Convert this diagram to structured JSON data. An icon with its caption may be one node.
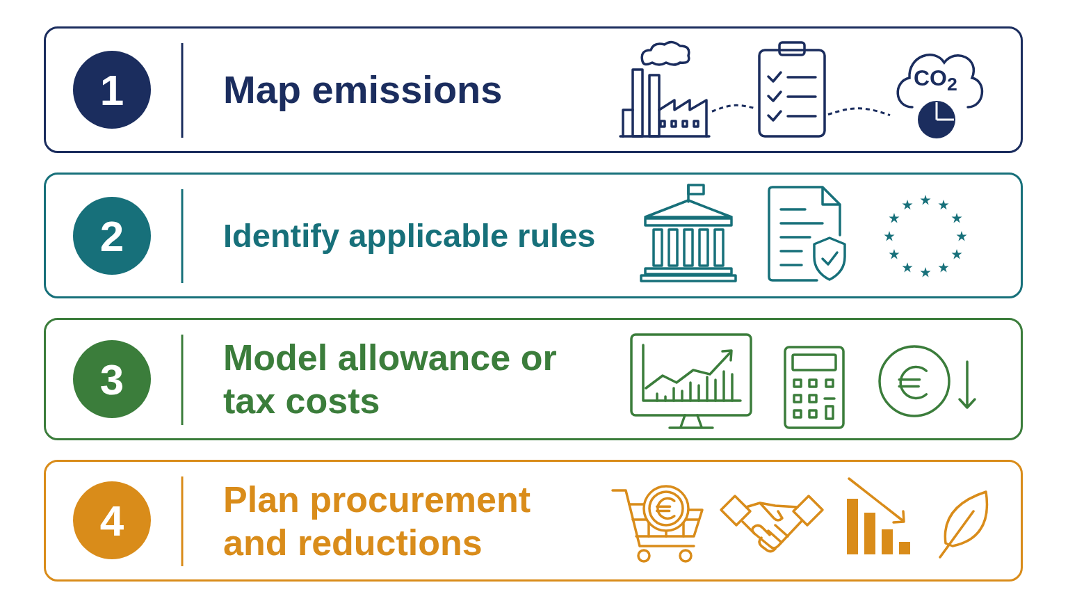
{
  "diagram": {
    "nodes": [
      {
        "text": [
          "Map emissions"
        ]
      },
      {
        "text": [
          "1"
        ],
        "in": 0
      },
      {
        "text": [],
        "shape": "picture",
        "in": 0
      },
      {
        "text": [],
        "shape": "picture",
        "in": 0
      },
      {
        "text": [
          "CO$_{2}$"
        ],
        "in": 0
      },
      {
        "text": [
          "Identify applicable rules"
        ]
      },
      {
        "text": [
          "2"
        ],
        "in": 5
      },
      {
        "text": [
          "Model allowance or tax costs"
        ]
      },
      {
        "text": [
          "3"
        ],
        "in": 7
      },
      {
        "text": [
          "Plan procurement and reductions"
        ]
      },
      {
        "text": [
          "4"
        ],
        "in": 9
      }
    ],
    "edges": [
      {
        "from": 2,
        "to": 3,
        "arrow": "none",
        "style": "dashed"
      },
      {
        "from": 3,
        "to": 4,
        "arrow": "none",
        "style": "dashed"
      }
    ]
  }
}
